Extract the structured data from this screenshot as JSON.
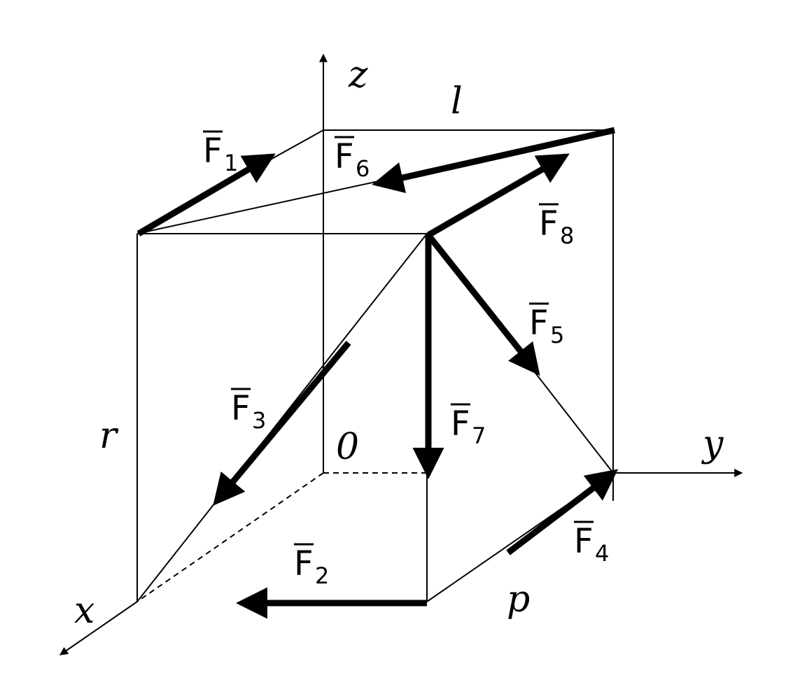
{
  "axes": {
    "x": "x",
    "y": "y",
    "z": "z",
    "origin": "0"
  },
  "dimensions": {
    "top_edge": "l",
    "left_edge": "r",
    "bottom_edge": "p"
  },
  "forces": [
    {
      "id": "F1",
      "symbol": "F",
      "subscript": "1"
    },
    {
      "id": "F2",
      "symbol": "F",
      "subscript": "2"
    },
    {
      "id": "F3",
      "symbol": "F",
      "subscript": "3"
    },
    {
      "id": "F4",
      "symbol": "F",
      "subscript": "4"
    },
    {
      "id": "F5",
      "symbol": "F",
      "subscript": "5"
    },
    {
      "id": "F6",
      "symbol": "F",
      "subscript": "6"
    },
    {
      "id": "F7",
      "symbol": "F",
      "subscript": "7"
    },
    {
      "id": "F8",
      "symbol": "F",
      "subscript": "8"
    }
  ],
  "colors": {
    "ink": "#000000",
    "background": "#ffffff"
  }
}
